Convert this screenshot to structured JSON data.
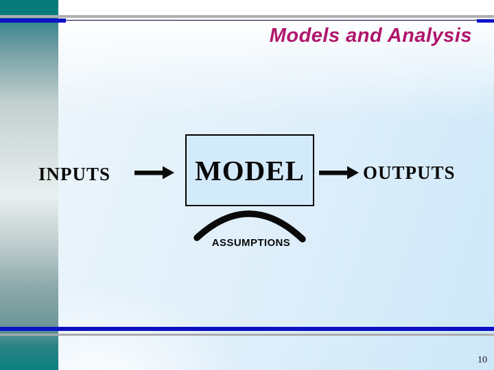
{
  "slide": {
    "title": "Models and Analysis",
    "page_number": "10"
  },
  "diagram": {
    "input_label": "INPUTS",
    "model_label": "MODEL",
    "output_label": "OUTPUTS",
    "assumptions_label": "ASSUMPTIONS"
  },
  "colors": {
    "title_magenta": "#b0156b",
    "sidebar_teal_dark": "#067d7d",
    "sidebar_teal_light": "#e9efef",
    "accent_blue": "#0d11c5",
    "accent_gray": "#aeaeae",
    "navy_line": "#00003a",
    "model_box_fill": "#d3eafa",
    "background_light_blue": "#cfe9f8",
    "diagram_black": "#0a0a0a"
  }
}
